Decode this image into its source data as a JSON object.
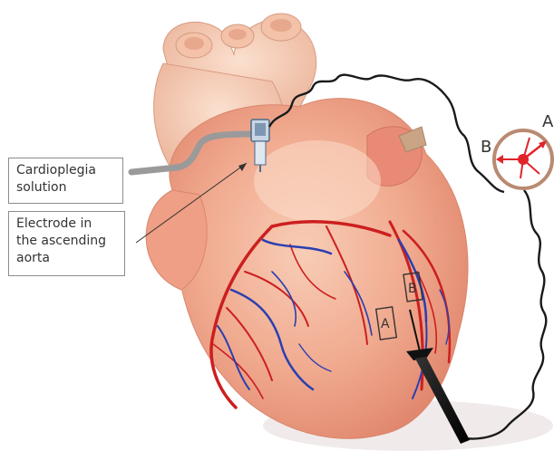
{
  "callouts": {
    "cardioplegia": {
      "line1": "Cardioplegia",
      "line2": "solution"
    },
    "electrode": {
      "line1": "Electrode in",
      "line2": "the ascending",
      "line3": "aorta"
    }
  },
  "gauge": {
    "label_a": "A",
    "label_b": "B"
  },
  "epicardial_markers": {
    "a": "A",
    "b": "B"
  },
  "colors": {
    "heart_tissue": "#f0a98e",
    "heart_highlight": "#f8d1bd",
    "arteries": "#cc1f1f",
    "veins": "#2a3fb0",
    "wire": "#1a1a1a",
    "tube": "#9a9a9a",
    "gauge_ring": "#b98a72",
    "gauge_needle": "#e0242a",
    "probe": "#111111"
  },
  "icons": {
    "electrode": "electrode-clip-icon",
    "gauge": "meter-dial-icon",
    "probe": "probe-needle-icon"
  }
}
